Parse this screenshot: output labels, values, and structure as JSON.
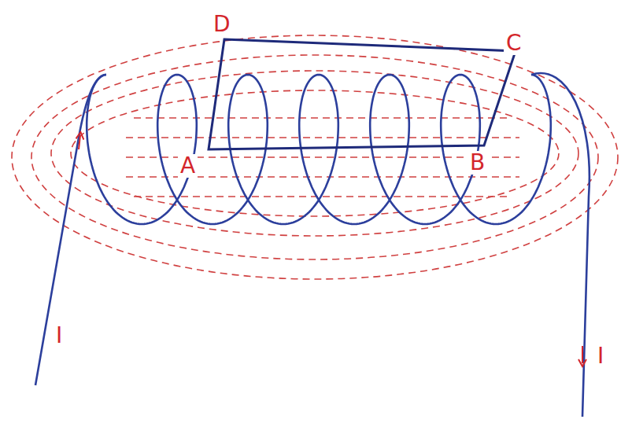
{
  "diagram": {
    "labels": [
      "D",
      "C",
      "A",
      "B",
      "I",
      "I"
    ]
  }
}
